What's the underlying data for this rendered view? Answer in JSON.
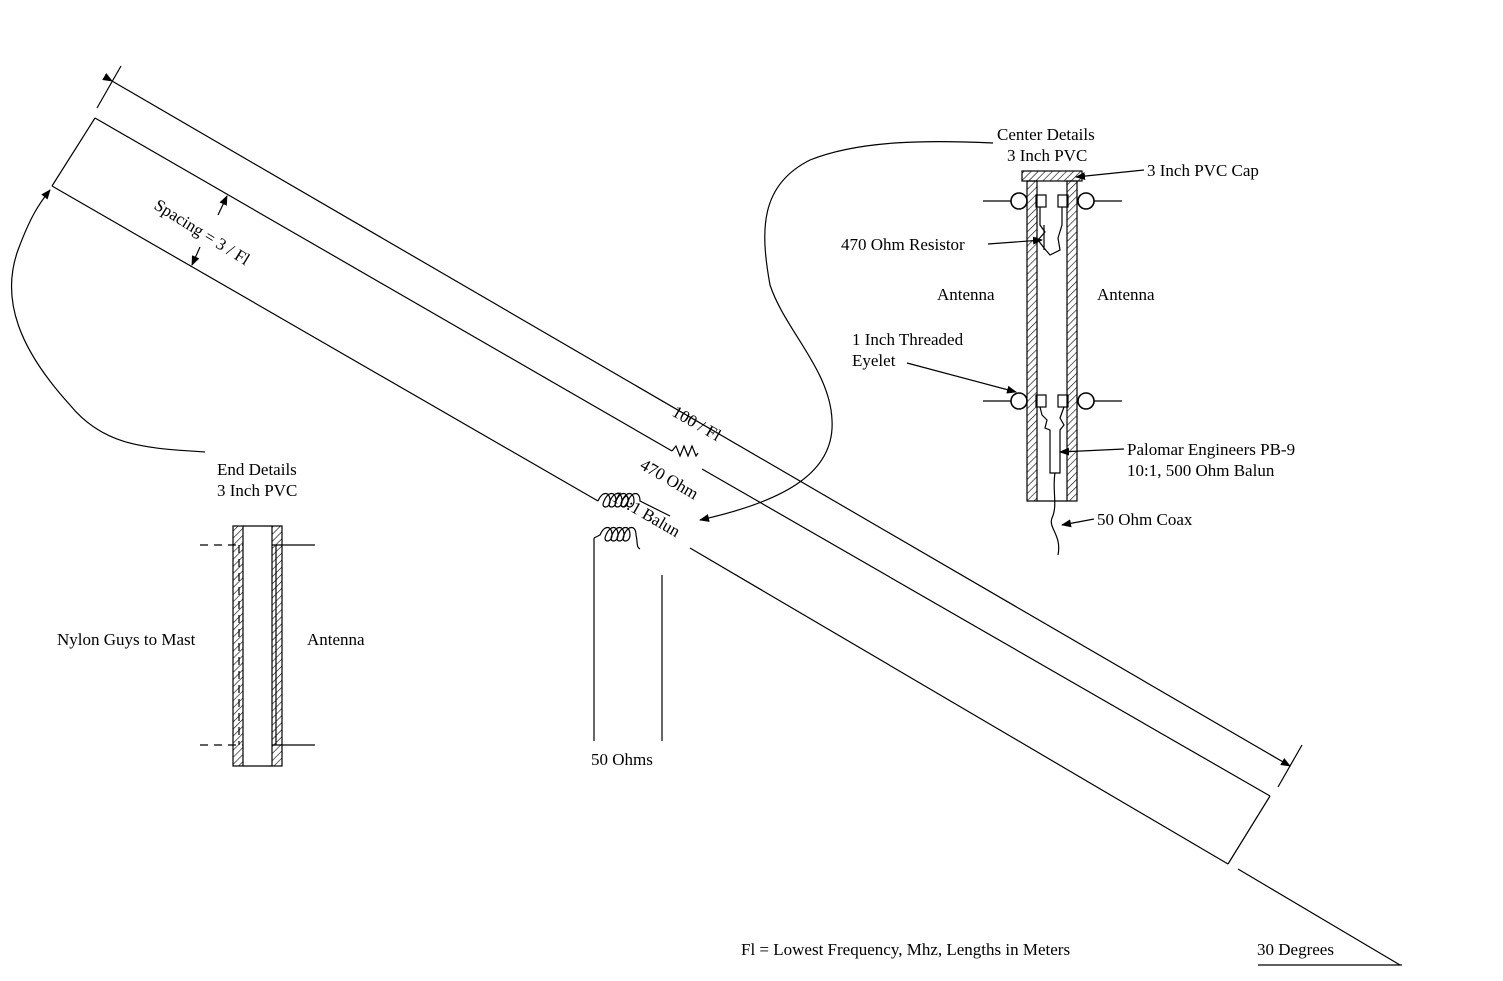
{
  "diagram": {
    "spacing_label": "Spacing = 3 / Fl",
    "length_label": "100 / Fl",
    "resistor_label": "470 Ohm",
    "balun_label": "10:1 Balun",
    "feed_label": "50 Ohms",
    "angle_label": "30 Degrees",
    "legend": "Fl = Lowest Frequency, Mhz, Lengths in Meters"
  },
  "end_details": {
    "title_line1": "End Details",
    "title_line2": "3 Inch PVC",
    "left_label": "Nylon Guys to Mast",
    "right_label": "Antenna"
  },
  "center_details": {
    "title_line1": "Center Details",
    "title_line2": "3 Inch PVC",
    "cap_label": "3 Inch PVC Cap",
    "resistor_label": "470 Ohm Resistor",
    "left_antenna": "Antenna",
    "right_antenna": "Antenna",
    "eyelet_line1": "1 Inch Threaded",
    "eyelet_line2": "Eyelet",
    "balun_line1": "Palomar Engineers PB-9",
    "balun_line2": "10:1, 500 Ohm Balun",
    "coax_label": "50 Ohm Coax"
  }
}
